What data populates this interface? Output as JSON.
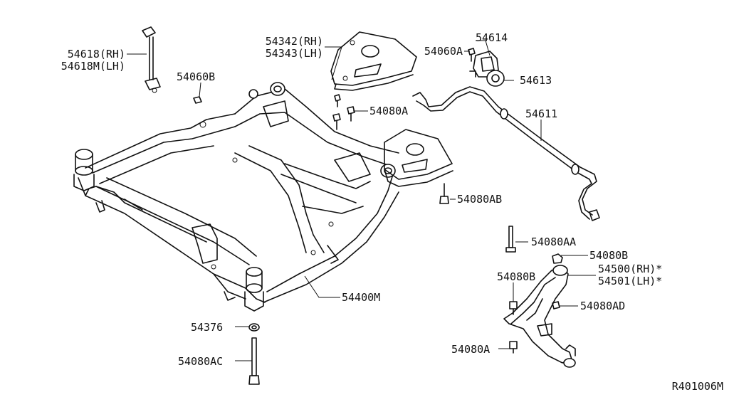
{
  "diagram": {
    "reference_code": "R401006M",
    "labels": {
      "stab_link_rh": "54618(RH)",
      "stab_link_lh": "54618M(LH)",
      "nut_54060b": "54060B",
      "bracket_rh": "54342(RH)",
      "bracket_lh": "54343(LH)",
      "bolt_54060a": "54060A",
      "clamp_54614": "54614",
      "bushing_54613": "54613",
      "bolt_54080a_top": "54080A",
      "stabilizer_bar": "54611",
      "bolt_54080ab": "54080AB",
      "bolt_54080aa": "54080AA",
      "nut_54080b_right": "54080B",
      "control_arm_rh": "54500(RH)*",
      "control_arm_lh": "54501(LH)*",
      "bolt_54080b_left": "54080B",
      "bolt_54080ad": "54080AD",
      "member_54400m": "54400M",
      "washer_54376": "54376",
      "bolt_54080a_bottom": "54080A",
      "bolt_54080ac": "54080AC"
    }
  }
}
